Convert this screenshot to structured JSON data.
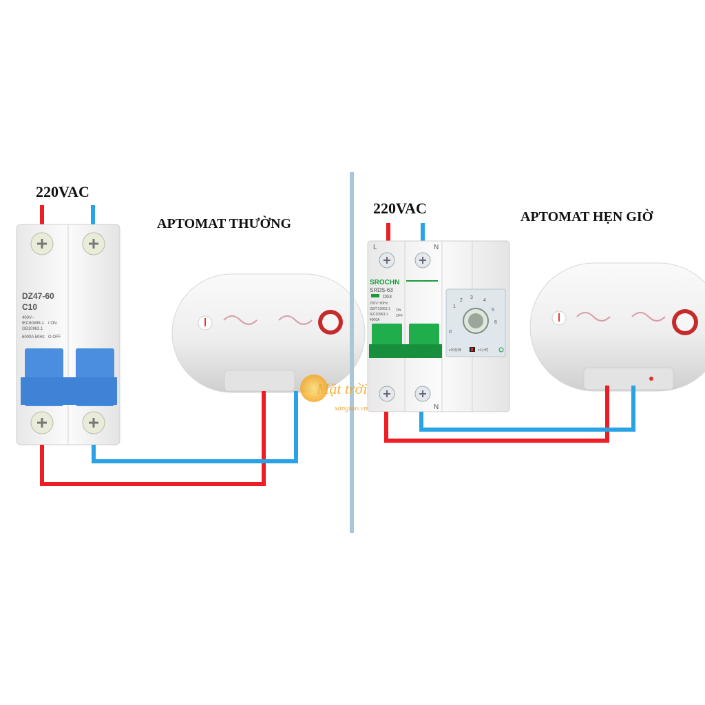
{
  "left": {
    "voltage_label": "220VAC",
    "title": "APTOMAT THƯỜNG",
    "breaker": {
      "model": "DZ47-60",
      "rating": "C10",
      "spec_lines": [
        "400V~",
        "IEC60898-1",
        "GB10963.1",
        "6000A  50Hz"
      ],
      "on_label": "I  ON",
      "off_label": "O OFF"
    }
  },
  "right": {
    "voltage_label": "220VAC",
    "title": "APTOMAT HẸN GIỜ",
    "terminal_top_left": "L",
    "terminal_top_right": "N",
    "terminal_bottom_right": "N",
    "breaker": {
      "brand": "SROCHN",
      "model": "SRDS-63",
      "rating": "D63",
      "spec_lines": [
        "230V~50Hz",
        "GB/T10963.1",
        "IEC10963-1",
        "4000A"
      ],
      "on_label": "ON",
      "off_label": "OFF",
      "dial_numbers": [
        "1",
        "2",
        "3",
        "4",
        "5",
        "6",
        "0"
      ],
      "dial_scale_left": "x10分钟",
      "dial_scale_right": "x1小时"
    }
  },
  "watermark": {
    "line1": "Mặt trời",
    "line2": "sángtạo.vn"
  },
  "colors": {
    "live_wire": "#ee1c25",
    "neutral_wire": "#29a3e6",
    "divider": "#a9c7d6",
    "breaker_lever": "#4a8ee0",
    "timer_lever": "#1fae4b",
    "heater_body": "#f2f2f2"
  },
  "icons": [
    "screw-terminal-icon",
    "water-heater-icon",
    "timer-dial-icon",
    "sun-logo-icon"
  ]
}
